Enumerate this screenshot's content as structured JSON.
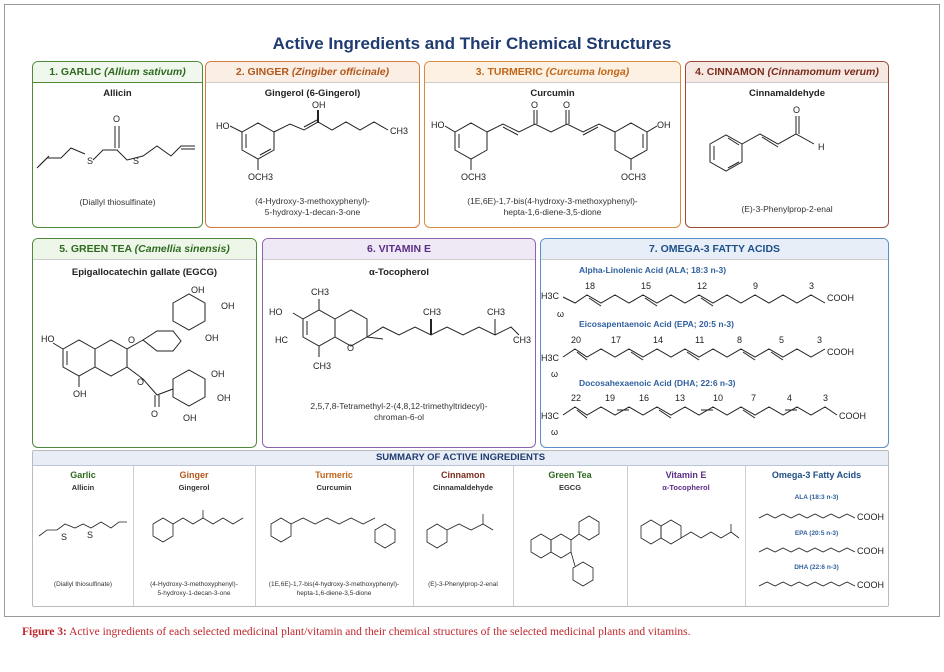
{
  "title": "Active Ingredients and Their Chemical Structures",
  "cards": {
    "garlic": {
      "num": "1. GARLIC",
      "latin": "(Allium sativum)",
      "compound": "Allicin",
      "iupac": "(Diallyl thiosulfinate)"
    },
    "ginger": {
      "num": "2. GINGER",
      "latin": "(Zingiber officinale)",
      "compound": "Gingerol (6-Gingerol)",
      "iupac1": "(4-Hydroxy-3-methoxyphenyl)-",
      "iupac2": "5-hydroxy-1-decan-3-one"
    },
    "turmeric": {
      "num": "3. TURMERIC",
      "latin": "(Curcuma longa)",
      "compound": "Curcumin",
      "iupac1": "(1E,6E)-1,7-bis(4-hydroxy-3-methoxyphenyl)-",
      "iupac2": "hepta-1,6-diene-3,5-dione"
    },
    "cinnamon": {
      "num": "4. CINNAMON",
      "latin": "(Cinnamomum verum)",
      "compound": "Cinnamaldehyde",
      "iupac": "(E)-3-Phenylprop-2-enal"
    },
    "greentea": {
      "num": "5. GREEN TEA",
      "latin": "(Camellia sinensis)",
      "compound": "Epigallocatechin gallate (EGCG)"
    },
    "vitamine": {
      "num": "6. VITAMIN E",
      "compound": "α-Tocopherol",
      "iupac1": "2,5,7,8-Tetramethyl-2-(4,8,12-trimethyltridecyl)-",
      "iupac2": "chroman-6-ol"
    },
    "omega": {
      "num": "7. OMEGA-3 FATTY ACIDS",
      "acids": [
        {
          "label": "Alpha-Linolenic Acid (ALA; 18:3 n-3)",
          "nums": [
            "18",
            "15",
            "12",
            "9",
            "3"
          ]
        },
        {
          "label": "Eicosapentaenoic Acid (EPA; 20:5 n-3)",
          "nums": [
            "20",
            "17",
            "14",
            "11",
            "8",
            "5",
            "3"
          ]
        },
        {
          "label": "Docosahexaenoic Acid (DHA; 22:6 n-3)",
          "nums": [
            "22",
            "19",
            "16",
            "13",
            "10",
            "7",
            "4",
            "3"
          ]
        }
      ]
    }
  },
  "atoms": {
    "o": "O",
    "s": "S",
    "oh": "OH",
    "ho": "HO",
    "h": "H",
    "och3": "OCH3",
    "ch3": "CH3",
    "h3c": "H3C",
    "hc": "HC",
    "cooh": "COOH",
    "omega": "ω"
  },
  "summary": {
    "header": "SUMMARY OF ACTIVE INGREDIENTS",
    "cols": [
      {
        "name": "Garlic",
        "compound": "Allicin",
        "iupac1": "(Diallyl thiosulfinate)",
        "iupac2": "",
        "color": "#2e6a1f"
      },
      {
        "name": "Ginger",
        "compound": "Gingerol",
        "iupac1": "(4-Hydroxy-3-methoxyphenyl)-",
        "iupac2": "5-hydroxy-1-decan-3-one",
        "color": "#b2581c"
      },
      {
        "name": "Turmeric",
        "compound": "Curcumin",
        "iupac1": "(1E,6E)-1,7-bis(4-hydroxy-3-methoxyphenyl)-",
        "iupac2": "hepta-1,6-diene-3,5-dione",
        "color": "#c1661a"
      },
      {
        "name": "Cinnamon",
        "compound": "Cinnamaldehyde",
        "iupac1": "(E)-3-Phenylprop-2-enal",
        "iupac2": "",
        "color": "#7b2d1c"
      },
      {
        "name": "Green Tea",
        "compound": "EGCG",
        "iupac1": "",
        "iupac2": "",
        "color": "#2d6b1e"
      },
      {
        "name": "Vitamin E",
        "compound": "α-Tocopherol",
        "iupac1": "",
        "iupac2": "",
        "color": "#5b2e87"
      },
      {
        "name": "Omega-3 Fatty Acids",
        "compound": "",
        "iupac1": "",
        "iupac2": "",
        "color": "#1e4f86",
        "acids": [
          "ALA (18:3 n-3)",
          "EPA (20:5 n-3)",
          "DHA (22:6 n-3)"
        ]
      }
    ]
  },
  "caption": {
    "label": "Figure 3:",
    "text": " Active ingredients of each selected medicinal plant/vitamin and their chemical structures of the selected medicinal plants and vitamins."
  }
}
